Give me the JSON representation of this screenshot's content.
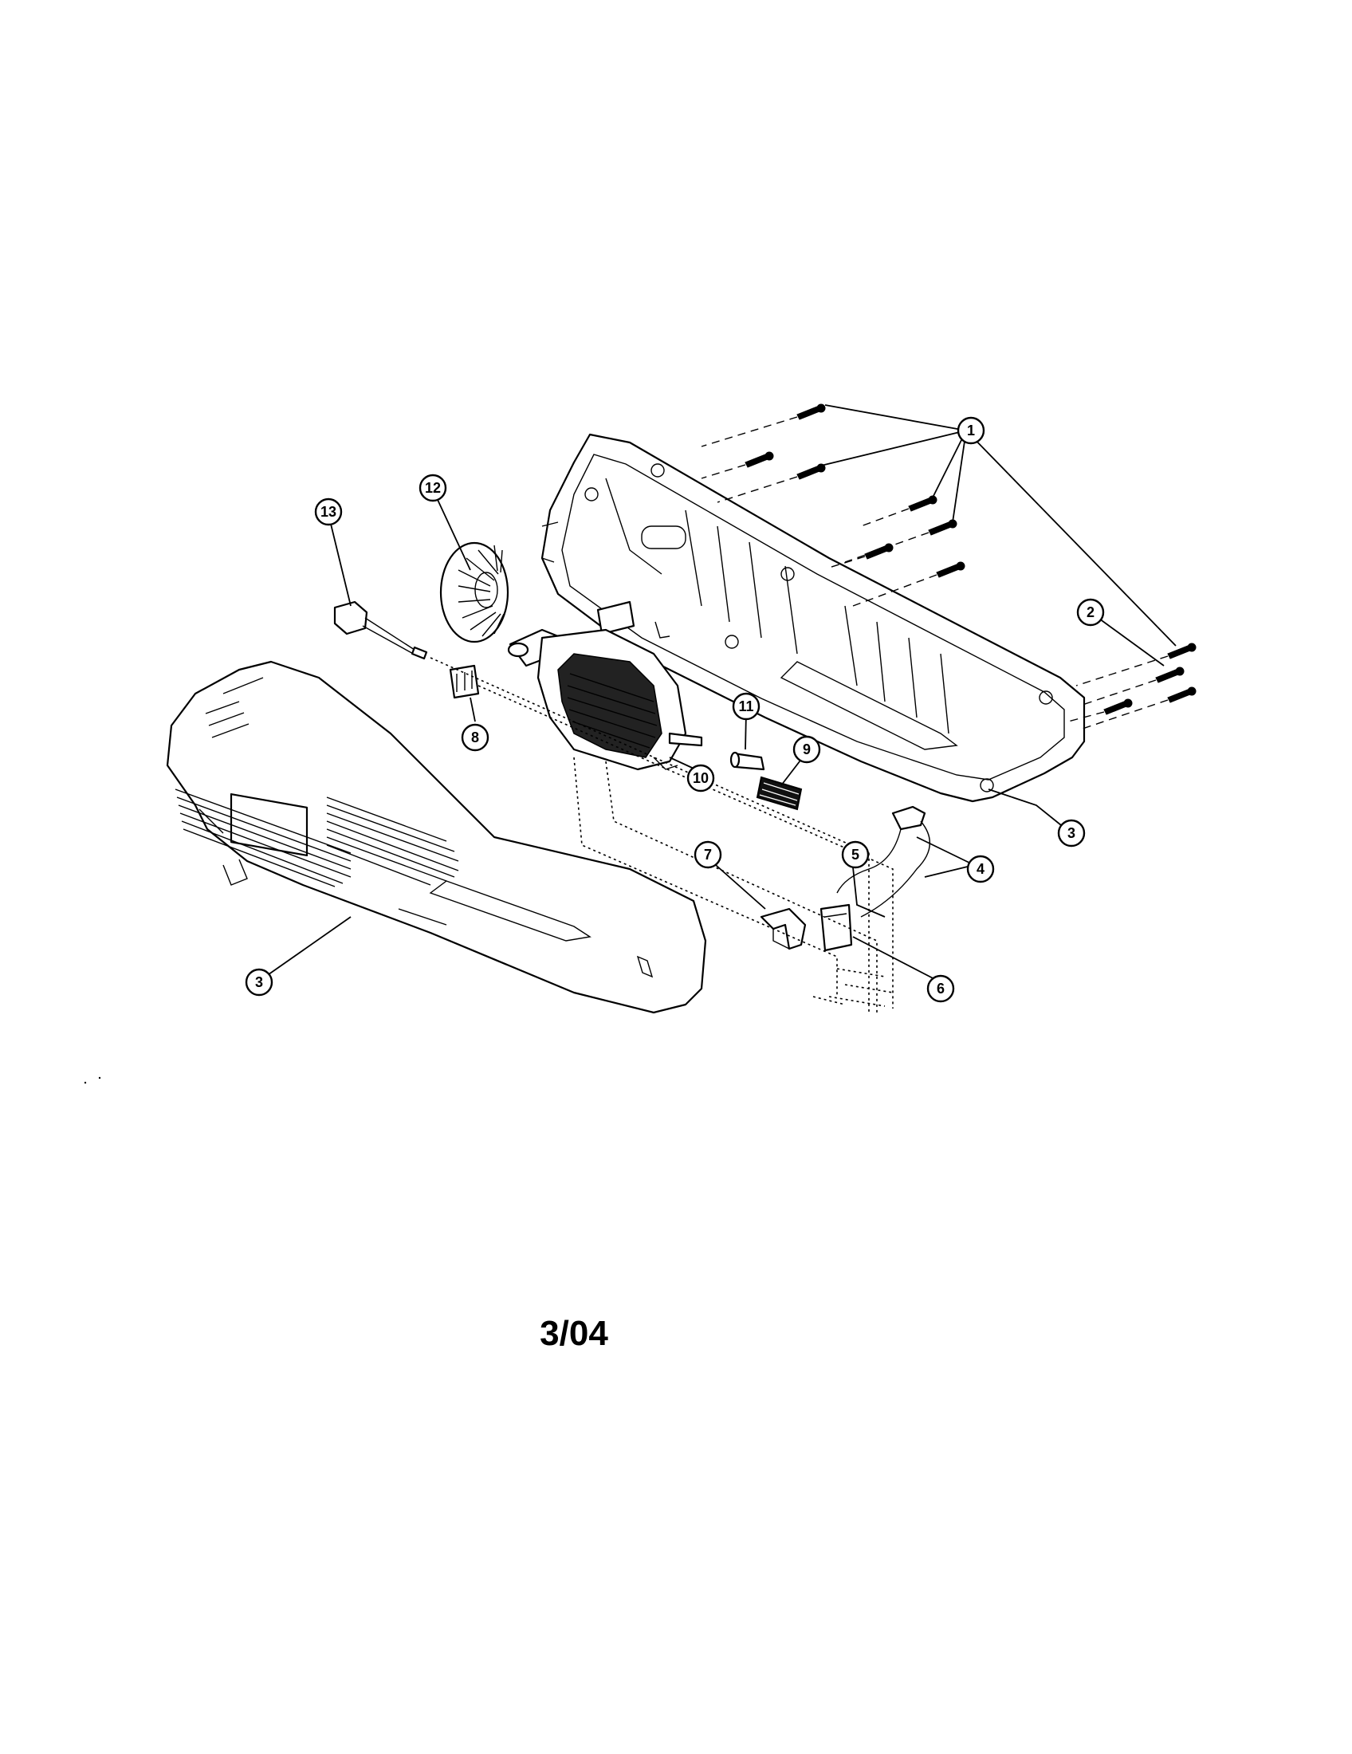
{
  "diagram": {
    "callouts": [
      "1",
      "2",
      "3",
      "3",
      "4",
      "5",
      "6",
      "7",
      "8",
      "9",
      "10",
      "11",
      "12",
      "13"
    ],
    "footer_date": "3/04"
  }
}
